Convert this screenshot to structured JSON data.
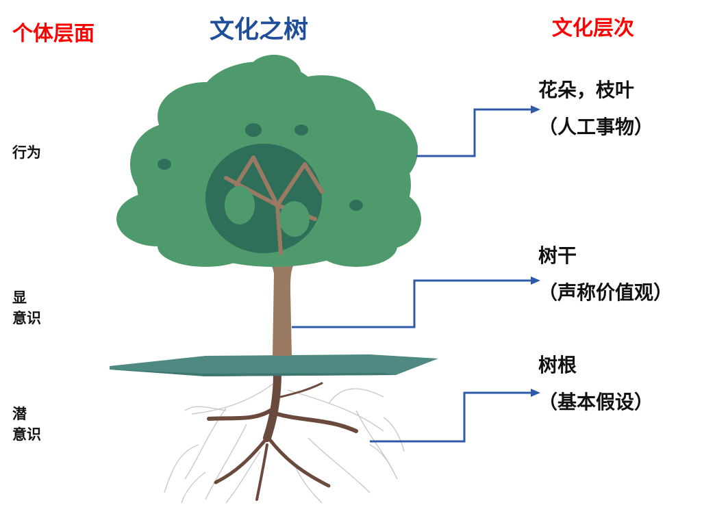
{
  "header": {
    "left_title": "个体层面",
    "center_title": "文化之树",
    "right_title": "文化层次"
  },
  "colors": {
    "red_heading": "#ff0000",
    "blue_heading": "#1f4e9a",
    "arrow": "#2e58a8",
    "foliage": "#4f9a6c",
    "foliage_dark": "#2f6e58",
    "trunk": "#9a7a62",
    "ground": "#4e8a82",
    "root": "#6b4a3e"
  },
  "levels": {
    "behavior": "行为",
    "conscious_line1": "显",
    "conscious_line2": "意识",
    "subconscious_line1": "潜",
    "subconscious_line2": "意识"
  },
  "layers": {
    "flowers": {
      "title": "花朵，枝叶",
      "subtitle": "（人工事物）"
    },
    "trunk": {
      "title": "树干",
      "subtitle": "（声称价值观）"
    },
    "roots": {
      "title": "树根",
      "subtitle": "（基本假设）"
    }
  }
}
